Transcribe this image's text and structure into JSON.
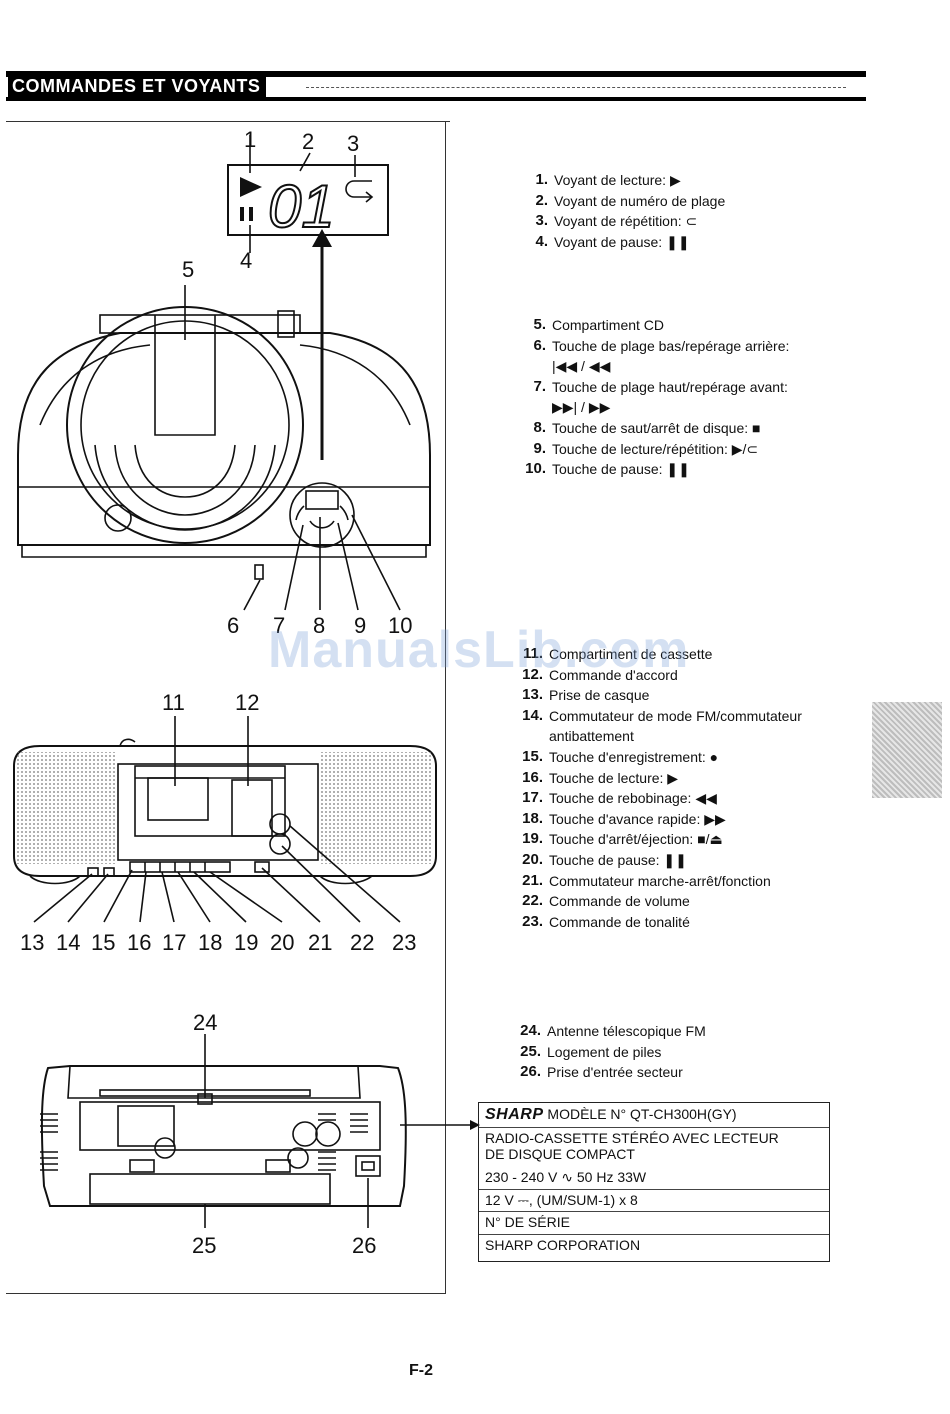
{
  "header": {
    "title": "COMMANDES ET VOYANTS"
  },
  "figures": {
    "display_callouts": [
      "1",
      "2",
      "3",
      "4",
      "5"
    ],
    "front_callouts": [
      "6",
      "7",
      "8",
      "9",
      "10"
    ],
    "display_digits": "01",
    "cassette_callouts_top": [
      "11",
      "12"
    ],
    "cassette_callouts_bottom": [
      "13",
      "14",
      "15",
      "16",
      "17",
      "18",
      "19",
      "20",
      "21",
      "22",
      "23"
    ],
    "rear_callouts_top": [
      "24"
    ],
    "rear_callouts_bottom": [
      "25",
      "26"
    ]
  },
  "list_display": [
    {
      "num": "1.",
      "label": "Voyant de lecture: ▶"
    },
    {
      "num": "2.",
      "label": "Voyant de numéro de plage"
    },
    {
      "num": "3.",
      "label": "Voyant de répétition: ⊂"
    },
    {
      "num": "4.",
      "label": "Voyant de pause: ❚❚"
    }
  ],
  "list_cd": [
    {
      "num": "5.",
      "label": "Compartiment CD"
    },
    {
      "num": "6.",
      "label": "Touche de plage bas/repérage arrière:",
      "sub": "|◀◀ / ◀◀"
    },
    {
      "num": "7.",
      "label": "Touche de plage haut/repérage avant:",
      "sub": "▶▶| / ▶▶"
    },
    {
      "num": "8.",
      "label": "Touche de saut/arrêt de disque: ■"
    },
    {
      "num": "9.",
      "label": "Touche de lecture/répétition: ▶/⊂"
    },
    {
      "num": "10.",
      "label": "Touche de pause: ❚❚"
    }
  ],
  "list_cassette": [
    {
      "num": "11.",
      "label": "Compartiment de cassette"
    },
    {
      "num": "12.",
      "label": "Commande d'accord"
    },
    {
      "num": "13.",
      "label": "Prise de casque"
    },
    {
      "num": "14.",
      "label": "Commutateur de mode FM/commutateur",
      "sub": "antibattement"
    },
    {
      "num": "15.",
      "label": "Touche d'enregistrement: ●"
    },
    {
      "num": "16.",
      "label": "Touche de lecture: ▶"
    },
    {
      "num": "17.",
      "label": "Touche de rebobinage: ◀◀"
    },
    {
      "num": "18.",
      "label": "Touche d'avance rapide: ▶▶"
    },
    {
      "num": "19.",
      "label": "Touche d'arrêt/éjection: ■/⏏"
    },
    {
      "num": "20.",
      "label": "Touche de pause: ❚❚"
    },
    {
      "num": "21.",
      "label": "Commutateur marche-arrêt/fonction"
    },
    {
      "num": "22.",
      "label": "Commande de volume"
    },
    {
      "num": "23.",
      "label": "Commande de tonalité"
    }
  ],
  "list_rear": [
    {
      "num": "24.",
      "label": "Antenne télescopique FM"
    },
    {
      "num": "25.",
      "label": "Logement de piles"
    },
    {
      "num": "26.",
      "label": "Prise d'entrée secteur"
    }
  ],
  "nameplate": {
    "brand": "SHARP",
    "model": "MODÈLE N° QT-CH300H(GY)",
    "desc_line1": "RADIO-CASSETTE STÉRÉO AVEC LECTEUR",
    "desc_line2": "DE DISQUE COMPACT",
    "power": "230 - 240 V ∿ 50 Hz 33W",
    "battery": "12 V ⎓, (UM/SUM-1) x 8",
    "serial": "N° DE SÉRIE",
    "maker": "SHARP CORPORATION"
  },
  "watermark": "ManualsLib.com",
  "page_number": "F-2"
}
